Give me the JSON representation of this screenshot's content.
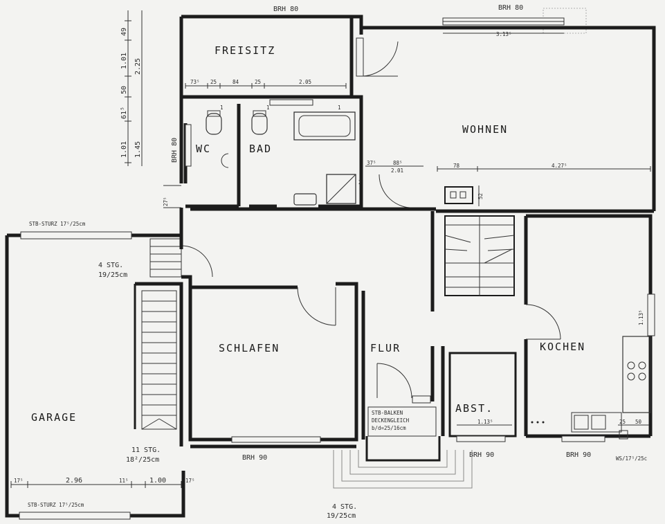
{
  "rooms": {
    "freisitz": "FREISITZ",
    "wohnen": "WOHNEN",
    "wc": "WC",
    "bad": "BAD",
    "garage": "GARAGE",
    "schlafen": "SCHLAFEN",
    "flur": "FLUR",
    "kochen": "KOCHEN",
    "abst": "ABST."
  },
  "labels": {
    "brh80_top_left": "BRH 80",
    "brh80_top_right": "BRH 80",
    "brh80_side": "BRH 80",
    "brh90_schlafen": "BRH 90",
    "brh90_abst": "BRH 90",
    "brh90_kochen": "BRH 90",
    "stb_sturz_top": "STB-STURZ 17⁵/25cm",
    "stb_sturz_bottom": "STB-STURZ 17⁵/25cm",
    "stg4_a": "4 STG.",
    "stg4_a_dim": "19/25cm",
    "stg11": "11 STG.",
    "stg11_dim": "18²/25cm",
    "stg4_b": "4 STG.",
    "stg4_b_dim": "19/25cm",
    "stb_balken_1": "STB-BALKEN",
    "stb_balken_2": "DECKENGLEICH",
    "stb_balken_3": "b/d=25/16cm",
    "ws": "WS/17⁵/25c"
  },
  "dimensions": {
    "wohnen_window": "3.13⁵",
    "wohnen_78": "78",
    "wohnen_427": "4.27⁵",
    "wohnen_52": "52",
    "freisitz_row": [
      "73⁵",
      "25",
      "84",
      "25",
      "2.05"
    ],
    "bad_37": "37⁵",
    "bad_88": "88⁵",
    "bad_201": "2.01",
    "wc_27": "27⁵",
    "kochen_113": "1.13⁵",
    "abst_113": "1.13⁵",
    "kochen_25": "25",
    "kochen_50": "50",
    "garage_row": [
      "17⁵",
      "2.96",
      "11⁵",
      "1.00",
      "17⁵"
    ],
    "left_vertical": [
      "49",
      "1.01",
      "50",
      "61⁵",
      "1.01"
    ],
    "left_vertical_outer": [
      "2.25",
      "1.45"
    ],
    "wc_door_1": "1",
    "bad_door_1": "1",
    "bad_door_2": "1",
    "shower_2": "2"
  }
}
